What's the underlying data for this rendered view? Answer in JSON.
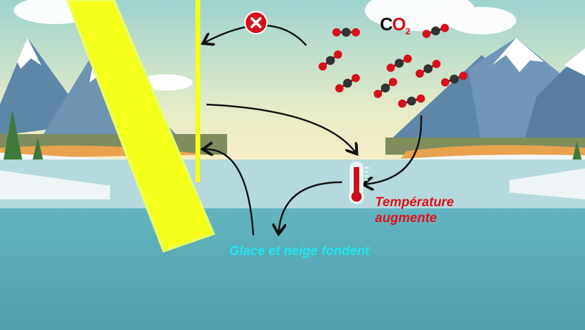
{
  "co2_label": {
    "main": "C",
    "o": "O",
    "subscript": "2"
  },
  "temperature_label": {
    "line1": "Température",
    "line2": "augmente"
  },
  "melt_label": "Glace et neige fondent",
  "colors": {
    "beam": "#f4ff1a",
    "molecule_oxygen": "#d8101c",
    "molecule_carbon": "#333333",
    "temperature_text": "#e0101c",
    "melt_text": "#22e6f2",
    "water": "#5fb0bb"
  }
}
